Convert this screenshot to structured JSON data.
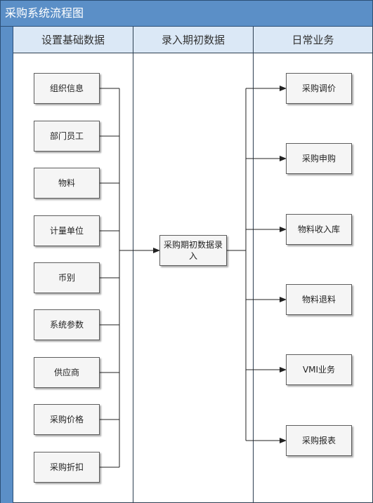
{
  "title": "采购系统流程图",
  "lanes": [
    {
      "label": "设置基础数据"
    },
    {
      "label": "录入期初数据"
    },
    {
      "label": "日常业务"
    }
  ],
  "left_nodes": [
    {
      "label": "组织信息"
    },
    {
      "label": "部门员工"
    },
    {
      "label": "物料"
    },
    {
      "label": "计量单位"
    },
    {
      "label": "币别"
    },
    {
      "label": "系统参数"
    },
    {
      "label": "供应商"
    },
    {
      "label": "采购价格"
    },
    {
      "label": "采购折扣"
    }
  ],
  "center_node": {
    "label": "采购期初数据录入"
  },
  "right_nodes": [
    {
      "label": "采购调价"
    },
    {
      "label": "采购申购"
    },
    {
      "label": "物料收入库"
    },
    {
      "label": "物料退料"
    },
    {
      "label": "VMI业务"
    },
    {
      "label": "采购报表"
    }
  ],
  "colors": {
    "title_bar": "#5b8fc7",
    "lane_header": "#dbe8f6",
    "node_fill": "#f5f5f5",
    "line": "#222222"
  }
}
